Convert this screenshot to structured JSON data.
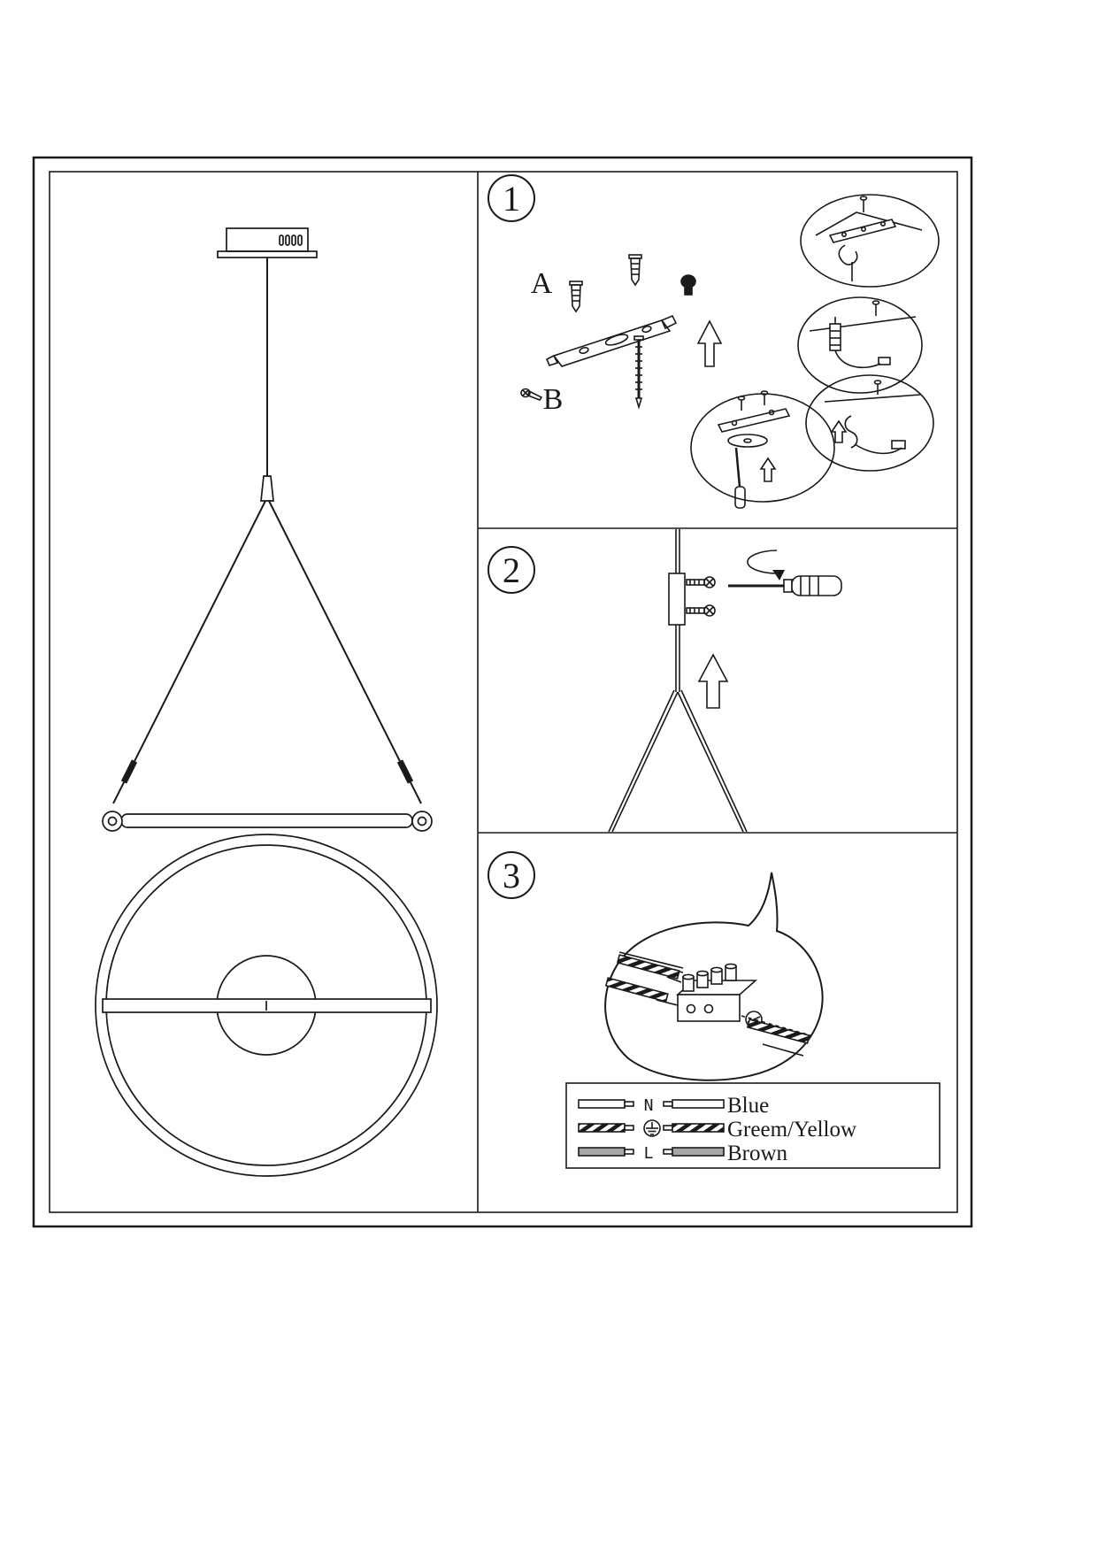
{
  "page": {
    "type": "lamp-assembly-instruction-sheet",
    "background_color": "#ffffff",
    "line_color": "#1a1a1a"
  },
  "steps": [
    {
      "number": "1"
    },
    {
      "number": "2"
    },
    {
      "number": "3"
    }
  ],
  "step1": {
    "label_a": "A",
    "label_b": "B"
  },
  "wiring_legend": {
    "rows": [
      {
        "terminal": "N",
        "color_name": "Blue",
        "wire_style": "plain"
      },
      {
        "terminal": "earth",
        "color_name": "Greem/Yellow",
        "wire_style": "striped"
      },
      {
        "terminal": "L",
        "color_name": "Brown",
        "wire_style": "solid-gray"
      }
    ],
    "brown_wire_hex": "#a6a6a6",
    "stripe_hex": "#1a1a1a"
  }
}
